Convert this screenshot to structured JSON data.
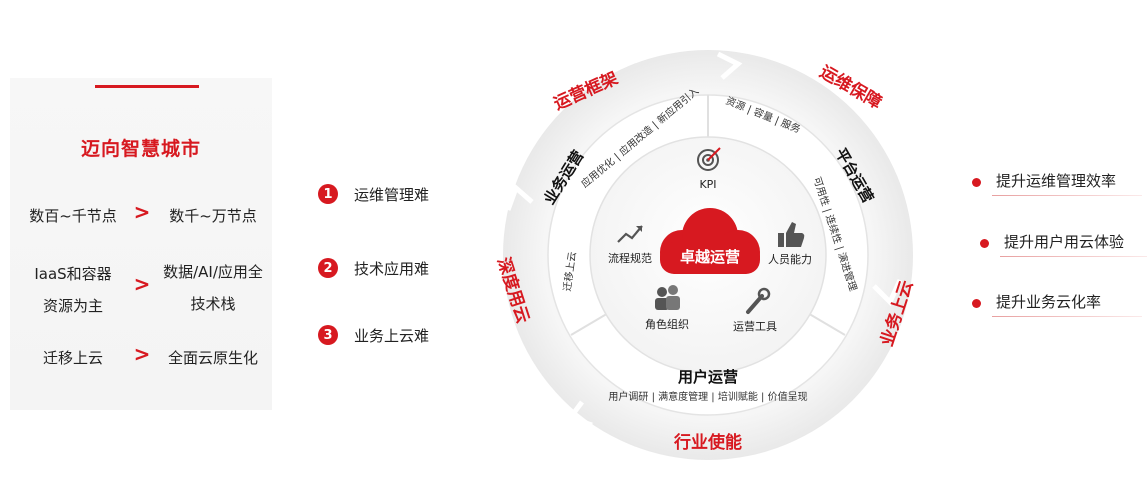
{
  "left_panel": {
    "title": "迈向智慧城市",
    "rows": [
      {
        "from": "数百~千节点",
        "arrow": ">",
        "to": "数千~万节点"
      },
      {
        "from_line1": "IaaS和容器",
        "from_line2": "资源为主",
        "arrow": ">",
        "to_line1": "数据/AI/应用全",
        "to_line2": "技术栈"
      },
      {
        "from": "迁移上云",
        "arrow": ">",
        "to": "全面云原生化"
      }
    ]
  },
  "challenges": [
    {
      "num": "1",
      "label": "运维管理难"
    },
    {
      "num": "2",
      "label": "技术应用难"
    },
    {
      "num": "3",
      "label": "业务上云难"
    }
  ],
  "wheel": {
    "outer_labels": {
      "top_left": "运营框架",
      "top_right": "运维保障",
      "right": "业务上云",
      "bottom": "行业使能",
      "left": "深度用云"
    },
    "ring": {
      "business_ops": {
        "title": "业务运营",
        "sub1": "应用优化 | 应用改造 | 新应用引入",
        "sub2": "迁移上云"
      },
      "platform_ops": {
        "title": "平台运营",
        "sub1": "资源 | 容量 | 服务",
        "sub2": "可用性 | 连续性 | 演进管理"
      },
      "user_ops": {
        "title": "用户运营",
        "sub1": "用户调研 | 满意度管理 | 培训赋能 | 价值呈现"
      }
    },
    "center": {
      "core": "卓越运营",
      "kpi": "KPI",
      "process": "流程规范",
      "people": "人员能力",
      "roles": "角色组织",
      "tools": "运营工具"
    }
  },
  "benefits": [
    "提升运维管理效率",
    "提升用户用云体验",
    "提升业务云化率"
  ],
  "colors": {
    "accent": "#d71920",
    "text": "#222222",
    "ring": "#efefef"
  }
}
